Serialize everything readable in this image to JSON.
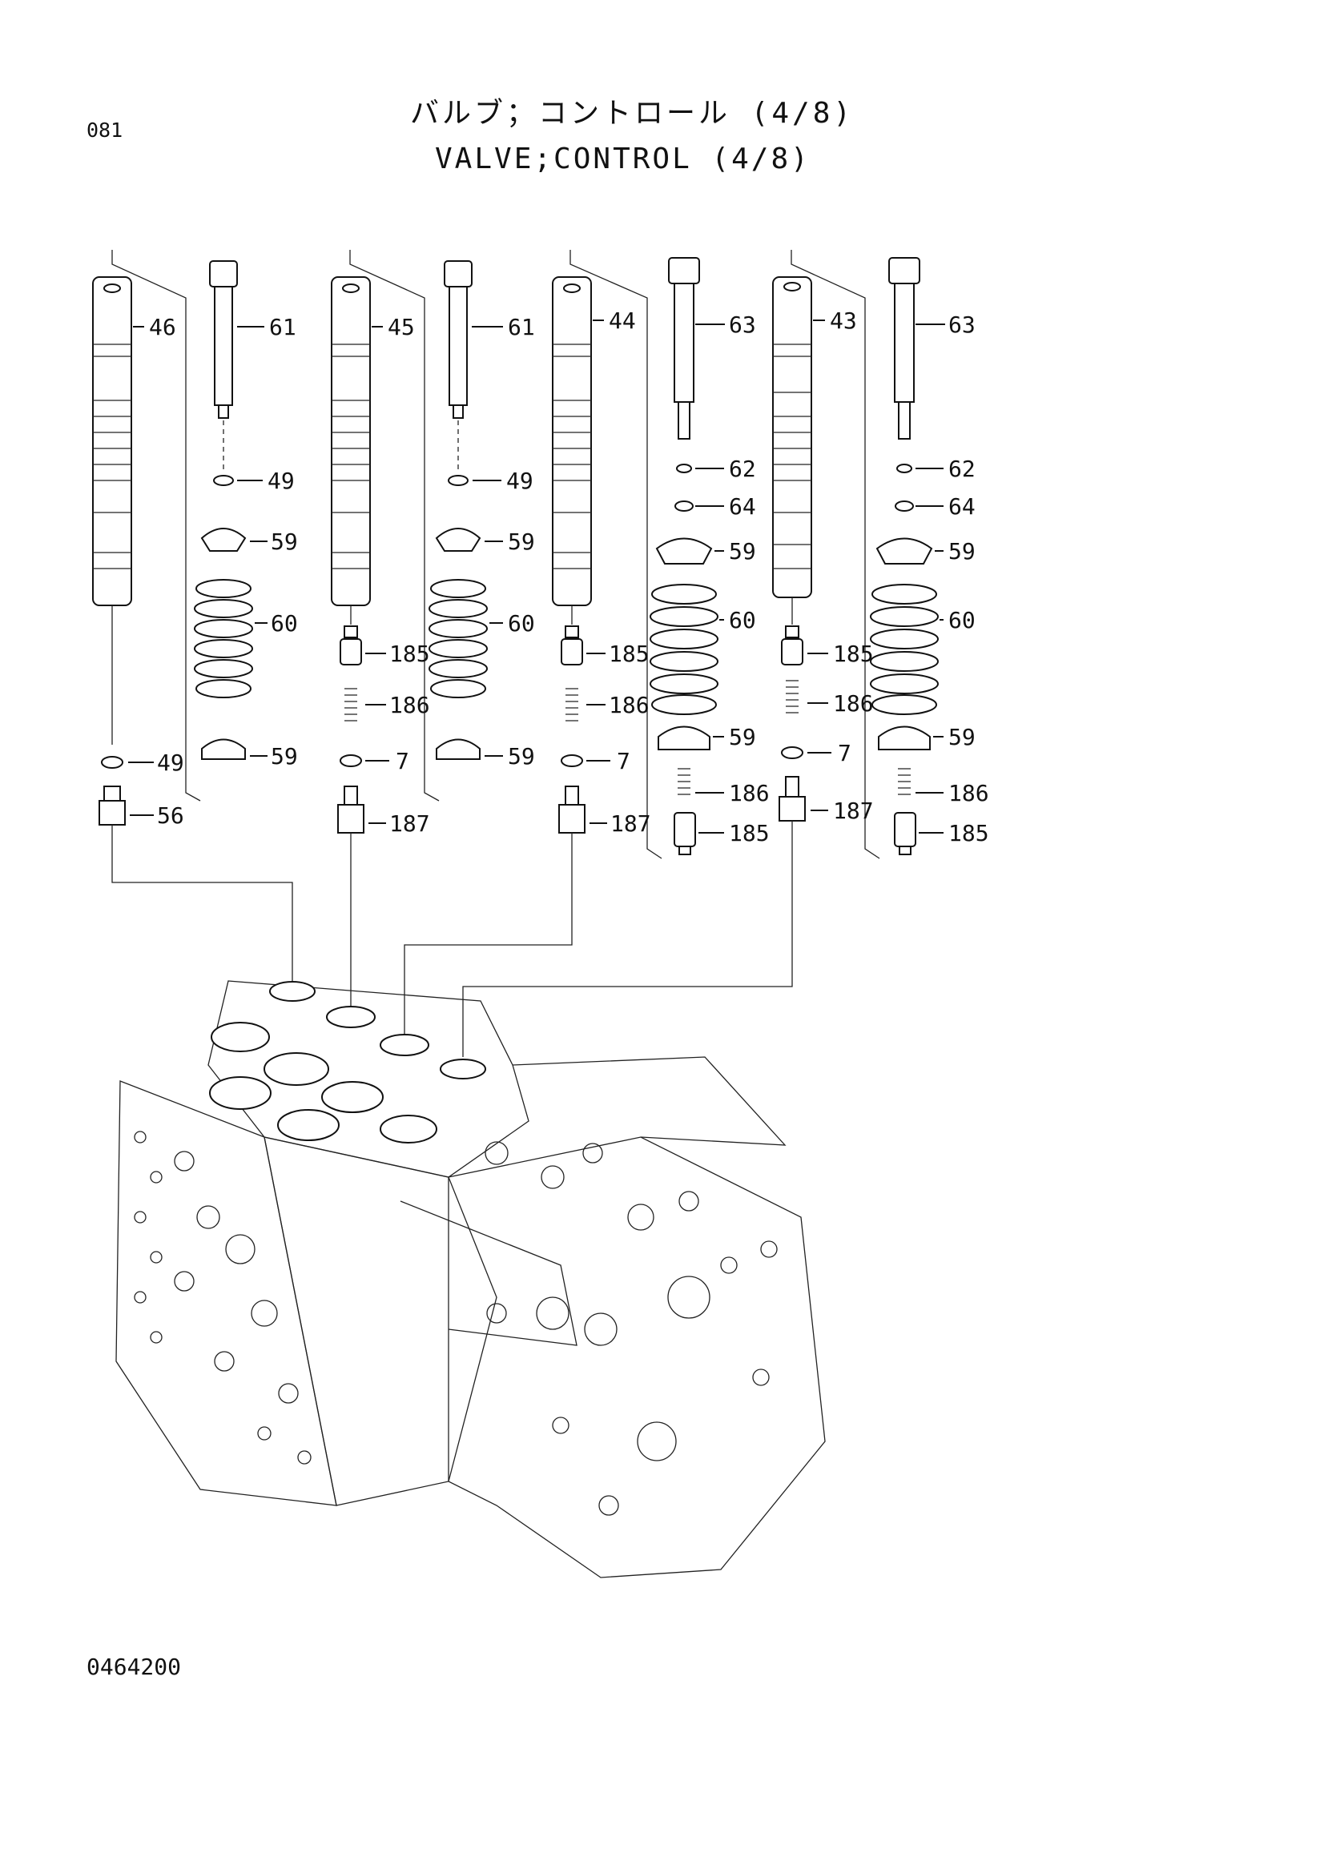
{
  "header": {
    "page_number": "081",
    "title_jp": "バルブ；コントロール (4/8)",
    "title_en": "VALVE;CONTROL (4/8)"
  },
  "footer": {
    "drawing_number": "0464200"
  },
  "callouts": {
    "c46": "46",
    "c45": "45",
    "c44": "44",
    "c43": "43",
    "c61a": "61",
    "c61b": "61",
    "c63a": "63",
    "c63b": "63",
    "c49a": "49",
    "c49b": "49",
    "c49c": "49",
    "c59a": "59",
    "c59b": "59",
    "c59c": "59",
    "c59d": "59",
    "c59e": "59",
    "c59f": "59",
    "c59g": "59",
    "c59h": "59",
    "c60a": "60",
    "c60b": "60",
    "c60c": "60",
    "c60d": "60",
    "c62a": "62",
    "c62b": "62",
    "c64a": "64",
    "c64b": "64",
    "c185a": "185",
    "c185b": "185",
    "c185c": "185",
    "c185d": "185",
    "c185e": "185",
    "c186a": "186",
    "c186b": "186",
    "c186c": "186",
    "c186d": "186",
    "c7a": "7",
    "c7b": "7",
    "c7c": "7",
    "c187a": "187",
    "c187b": "187",
    "c187c": "187",
    "c56": "56"
  }
}
